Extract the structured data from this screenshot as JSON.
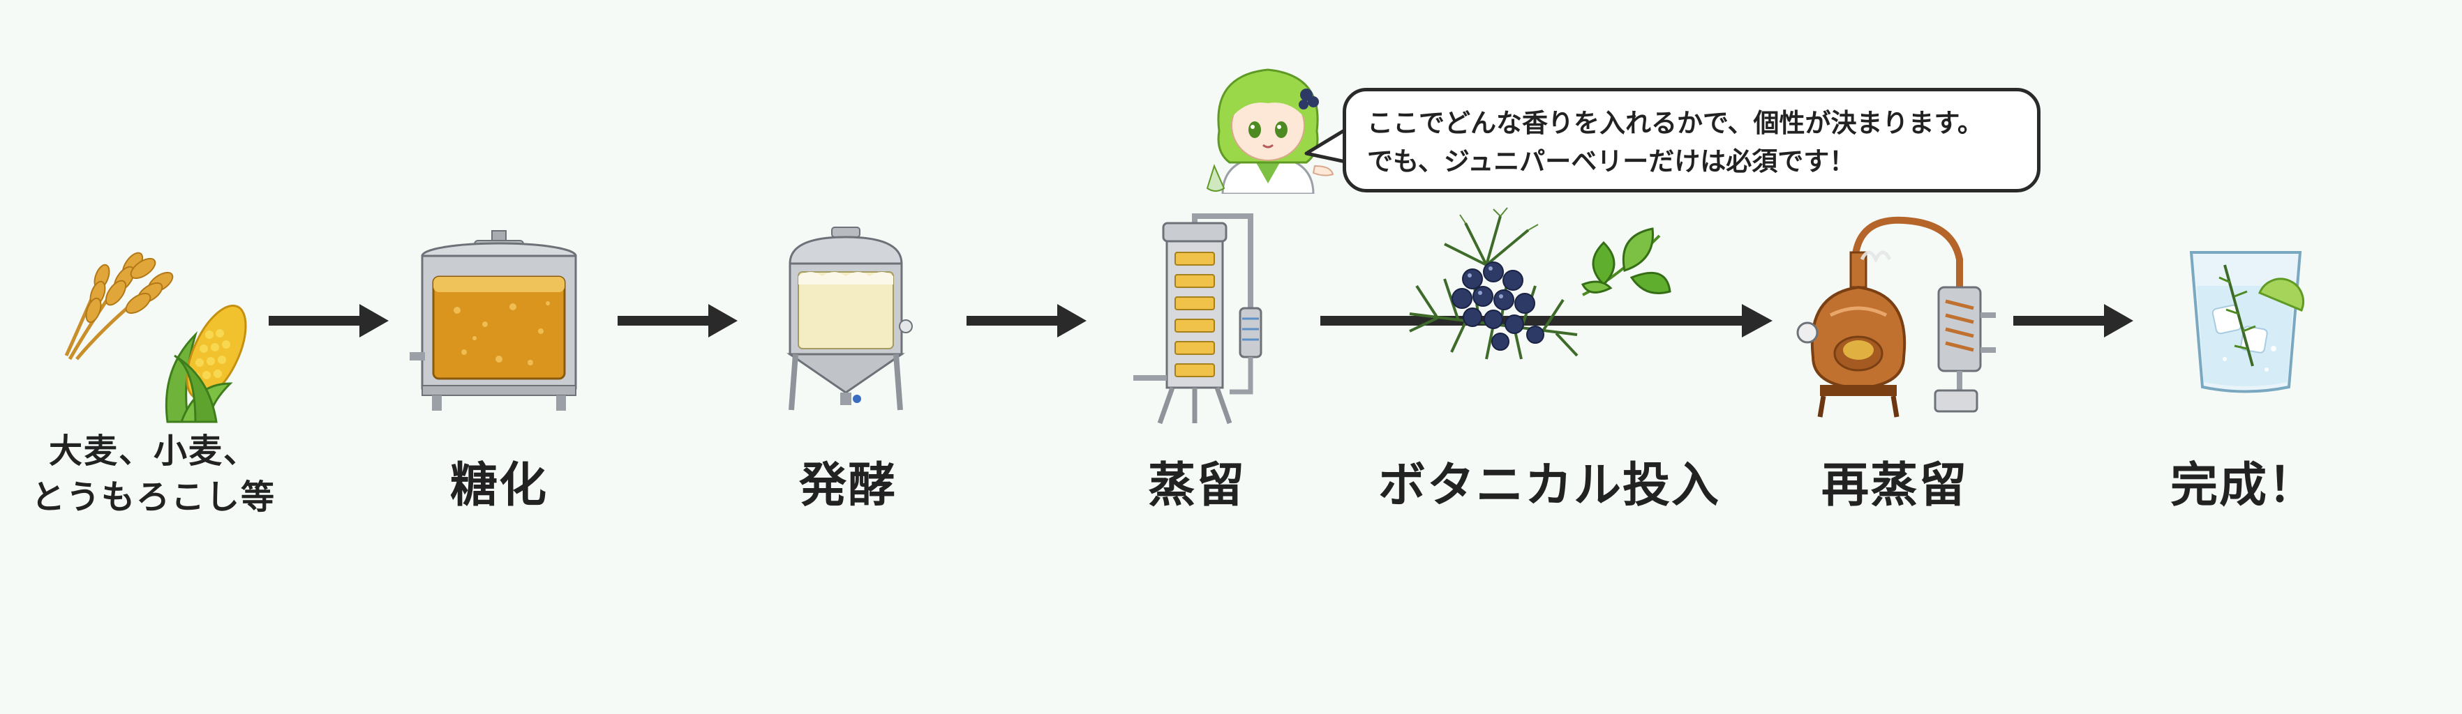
{
  "steps": [
    {
      "id": "grains",
      "label_lines": [
        "大麦、小麦、",
        "とうもろこし等"
      ]
    },
    {
      "id": "saccharification",
      "label": "糖化"
    },
    {
      "id": "fermentation",
      "label": "発酵"
    },
    {
      "id": "distillation",
      "label": "蒸留"
    },
    {
      "id": "botanicals",
      "label": "ボタニカル投入"
    },
    {
      "id": "redistillation",
      "label": "再蒸留"
    },
    {
      "id": "complete",
      "label": "完成！"
    }
  ],
  "speech_bubble": {
    "lines": [
      "ここでどんな香りを入れるかで、個性が決まります。",
      "でも、ジュニパーベリーだけは必須です！"
    ]
  },
  "colors": {
    "background": "#f5faf6",
    "arrow": "#2a2a2a",
    "steel": "#c9ccd0",
    "wort": "#d9951e",
    "copper": "#c0702f",
    "juniper": "#2e3a66",
    "leaf_green": "#5fae2e",
    "character_hair": "#9ad84a"
  },
  "icons": [
    "wheat-icon",
    "corn-icon",
    "mash-tun-icon",
    "fermenter-icon",
    "column-still-icon",
    "juniper-branch-icon",
    "herb-leaves-icon",
    "copper-pot-still-icon",
    "gin-glass-icon",
    "guide-character-icon"
  ]
}
